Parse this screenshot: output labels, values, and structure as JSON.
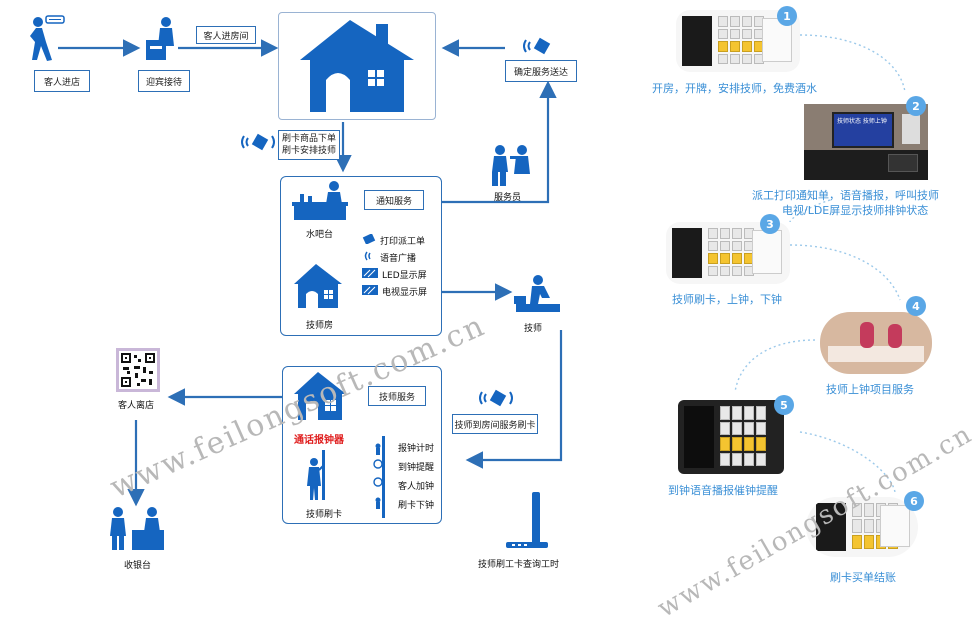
{
  "flow": {
    "guest_enter": "客人进店",
    "reception": "迎宾接待",
    "guest_into_room": "客人进房间",
    "confirm_service": "确定服务送达",
    "swipe_order_line1": "刷卡商品下单",
    "swipe_order_line2": "刷卡安排技师",
    "waiter": "服务员",
    "bar": "水吧台",
    "notify_service": "通知服务",
    "actions": [
      "打印派工单",
      "语音广播",
      "LED显示屏",
      "电视显示屏"
    ],
    "tech_room": "技师房",
    "technician": "技师",
    "guest_leave": "客人离店",
    "tech_service": "技师服务",
    "phone_report_device": "通话报钟器",
    "tech_swipe": "技师刷卡",
    "tech_items": [
      "报钟计时",
      "到钟提醒",
      "客人加钟",
      "刷卡下钟"
    ],
    "tech_room_swipe": "技师到房间服务刷卡",
    "cashier": "收银台",
    "tech_query": "技师刷工卡查询工时"
  },
  "steps": [
    {
      "num": "1",
      "caption": "开房，开牌，安排技师，免费酒水"
    },
    {
      "num": "2",
      "caption_line1": "派工打印通知单，语音播报，呼叫技师",
      "caption_line2": "电视/LDE屏显示技师排钟状态",
      "screen_text": "技师状态 技师上钟"
    },
    {
      "num": "3",
      "caption": "技师刷卡，上钟，下钟"
    },
    {
      "num": "4",
      "caption": "技师上钟项目服务"
    },
    {
      "num": "5",
      "caption": "到钟语音播报催钟提醒"
    },
    {
      "num": "6",
      "caption": "刷卡买单结账"
    }
  ],
  "watermarks": [
    "www.feilongsoft.com.cn",
    "www.feilongsoft.com.cn"
  ],
  "colors": {
    "primary": "#1565c0",
    "line": "#2d6fb6",
    "accent": "#5aa7e6",
    "red": "#e02020"
  }
}
